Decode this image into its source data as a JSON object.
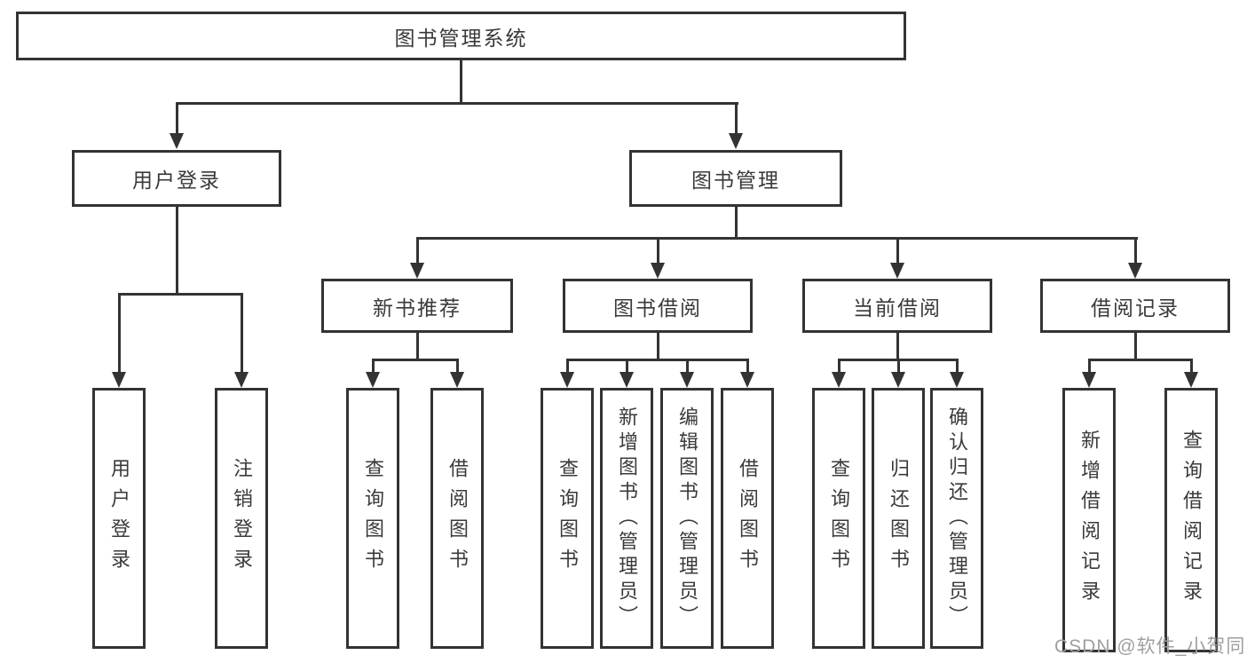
{
  "tree": {
    "label": "图书管理系统",
    "children": [
      {
        "label": "用户登录",
        "children": [
          {
            "label": "用户登录"
          },
          {
            "label": "注销登录"
          }
        ]
      },
      {
        "label": "图书管理",
        "children": [
          {
            "label": "新书推荐",
            "children": [
              {
                "label": "查询图书"
              },
              {
                "label": "借阅图书"
              }
            ]
          },
          {
            "label": "图书借阅",
            "children": [
              {
                "label": "查询图书"
              },
              {
                "label": "新增图书（管理员）"
              },
              {
                "label": "编辑图书（管理员）"
              },
              {
                "label": "借阅图书"
              }
            ]
          },
          {
            "label": "当前借阅",
            "children": [
              {
                "label": "查询图书"
              },
              {
                "label": "归还图书"
              },
              {
                "label": "确认归还（管理员）"
              }
            ]
          },
          {
            "label": "借阅记录",
            "children": [
              {
                "label": "新增借阅记录"
              },
              {
                "label": "查询借阅记录"
              }
            ]
          }
        ]
      }
    ]
  },
  "watermark": "CSDN @软件_小贺同学",
  "colors": {
    "line": "#333333",
    "box_border": "#333333",
    "box_fill": "#ffffff",
    "label_text": "#3a3a3a",
    "watermark_text": "#9f9f9f",
    "background": "#ffffff"
  }
}
